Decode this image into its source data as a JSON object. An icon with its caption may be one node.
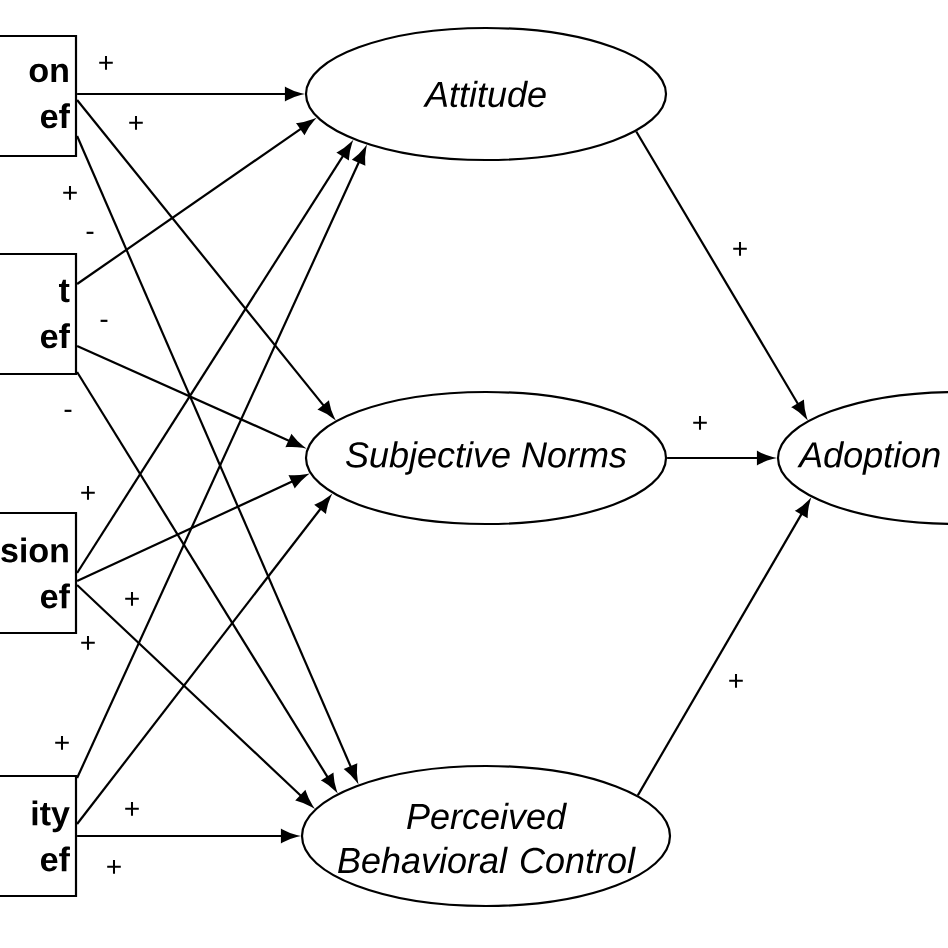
{
  "diagram": {
    "nodes": [
      {
        "text": [
          "on ef"
        ]
      },
      {
        "text": [
          "t ef"
        ]
      },
      {
        "text": [
          "sion ef"
        ]
      },
      {
        "text": [
          "ity ef"
        ]
      },
      {
        "text": [
          "Attitude"
        ]
      },
      {
        "text": [
          "Subjective Norms"
        ]
      },
      {
        "text": [
          "Perceived Behavioral Control"
        ]
      },
      {
        "text": [
          "Adoption"
        ]
      }
    ],
    "edges": [
      {
        "from": 0,
        "to": 4,
        "arrow": "to",
        "label": "+"
      },
      {
        "from": 0,
        "to": 5,
        "arrow": "to",
        "label": "+"
      },
      {
        "from": 0,
        "to": 6,
        "arrow": "to",
        "label": "+"
      },
      {
        "from": 1,
        "to": 4,
        "arrow": "to",
        "label": "-"
      },
      {
        "from": 1,
        "to": 5,
        "arrow": "to",
        "label": "-"
      },
      {
        "from": 1,
        "to": 6,
        "arrow": "to",
        "label": "-"
      },
      {
        "from": 2,
        "to": 4,
        "arrow": "to",
        "label": "+"
      },
      {
        "from": 2,
        "to": 5,
        "arrow": "to",
        "label": "+"
      },
      {
        "from": 2,
        "to": 6,
        "arrow": "to",
        "label": "+"
      },
      {
        "from": 3,
        "to": 4,
        "arrow": "to",
        "label": "+"
      },
      {
        "from": 3,
        "to": 5,
        "arrow": "to",
        "label": "+"
      },
      {
        "from": 3,
        "to": 6,
        "arrow": "to",
        "label": "+"
      },
      {
        "from": 4,
        "to": 7,
        "arrow": "to",
        "label": "+"
      },
      {
        "from": 5,
        "to": 7,
        "arrow": "to",
        "label": "+"
      },
      {
        "from": 6,
        "to": 7,
        "arrow": "to",
        "label": "+"
      }
    ]
  }
}
